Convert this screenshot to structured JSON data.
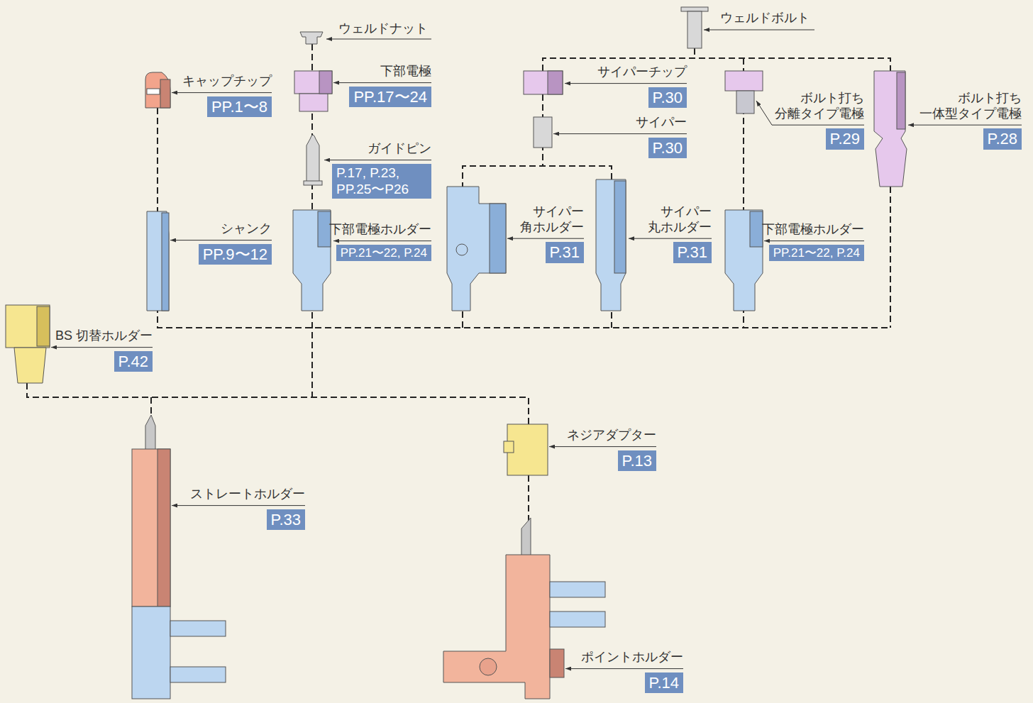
{
  "diagram": {
    "nodes": [
      {
        "text": [
          "キャップチップ",
          "PP.1〜8"
        ]
      },
      {
        "text": [
          "下部電極",
          "PP.17〜24"
        ]
      },
      {
        "text": [
          "サイパーチップ",
          "P.30"
        ]
      },
      {
        "text": [
          "ボルト打ち 分離タイプ電極",
          "P.29"
        ]
      },
      {
        "text": [
          "ボルト打ち 一体型タイプ電極",
          "P.28"
        ]
      },
      {
        "text": [
          "サイパー",
          "P.30"
        ]
      },
      {
        "text": [
          "ガイドピン",
          "P.17, P.23, PP.25〜P26"
        ]
      },
      {
        "text": [
          "シャンク",
          "PP.9〜12"
        ]
      },
      {
        "text": [
          "下部電極ホルダー",
          "PP.21〜22, P.24"
        ]
      },
      {
        "text": [
          "サイパー 角ホルダー",
          "P.31"
        ]
      },
      {
        "text": [
          "サイパー 丸ホルダー",
          "P.31"
        ]
      },
      {
        "text": [
          "下部電極ホルダー",
          "PP.21〜22, P.24"
        ]
      },
      {
        "text": [
          "BS 切替ホルダー",
          "P.42"
        ]
      },
      {
        "text": [
          "ネジアダプター",
          "P.13"
        ]
      },
      {
        "text": [
          "ストレートホルダー",
          "P.33"
        ]
      },
      {
        "text": [
          "ポイントホルダー",
          "P.14"
        ]
      }
    ],
    "labels": [
      "ウェルドナット",
      "ウェルドボルト"
    ]
  }
}
